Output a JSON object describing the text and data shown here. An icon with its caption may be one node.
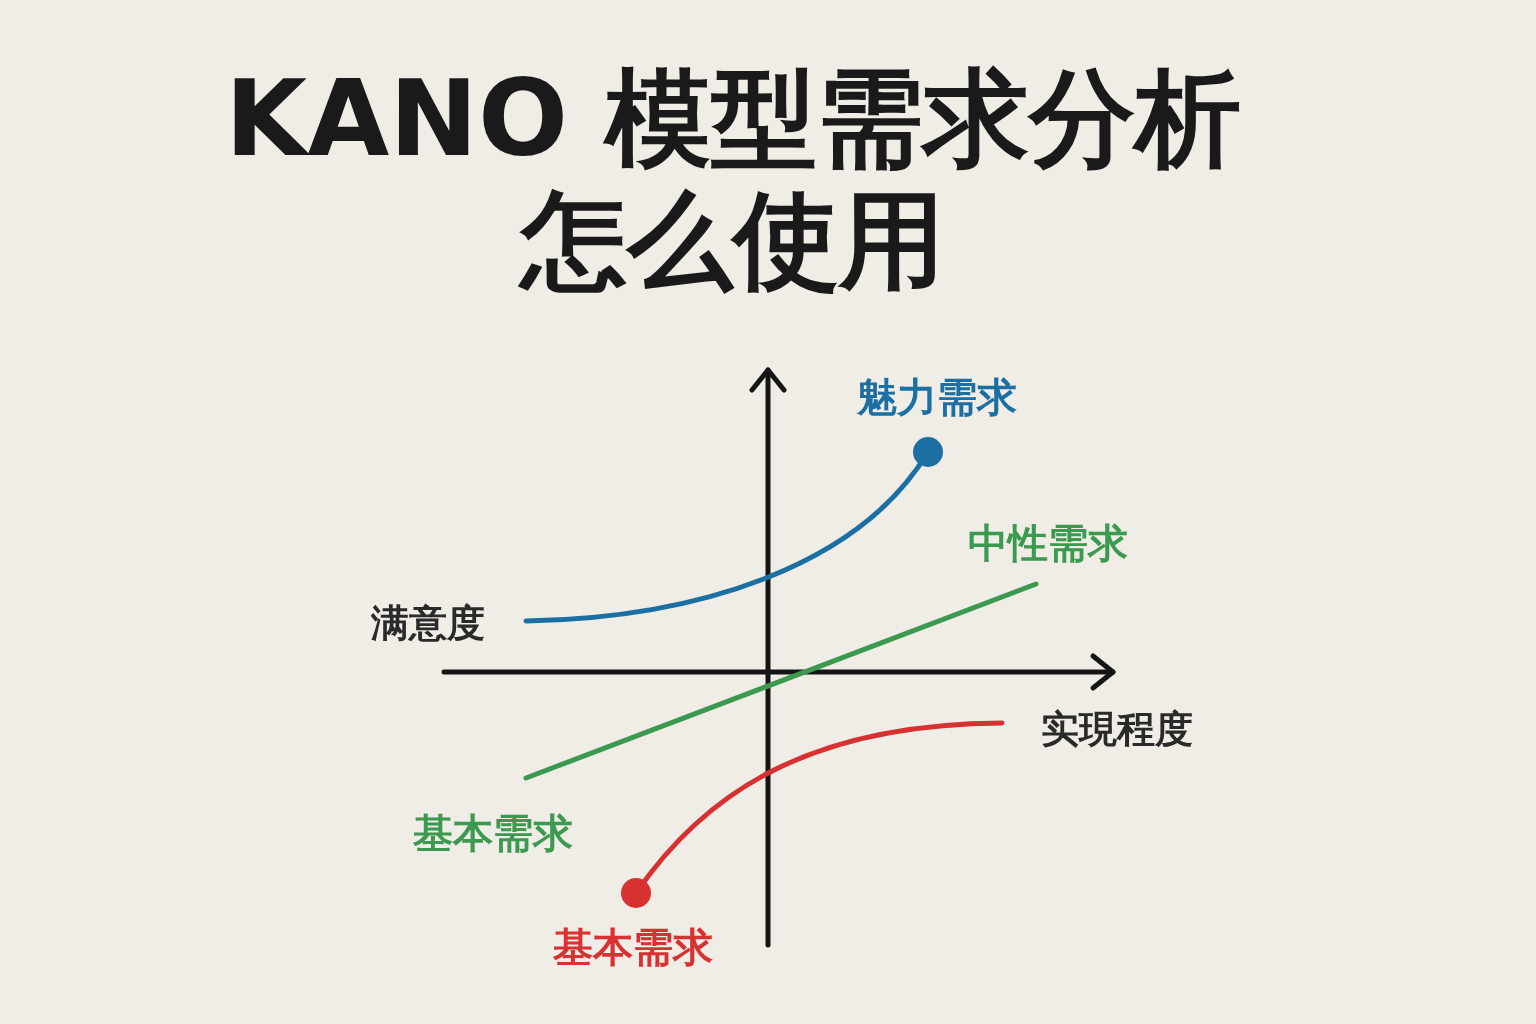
{
  "diagram": {
    "title": "KANO 模型需求分析怎么使用",
    "labels": [
      "魅力需求",
      "中性需求",
      "满意度",
      "实現程度",
      "基本需求",
      "基本需求"
    ]
  }
}
